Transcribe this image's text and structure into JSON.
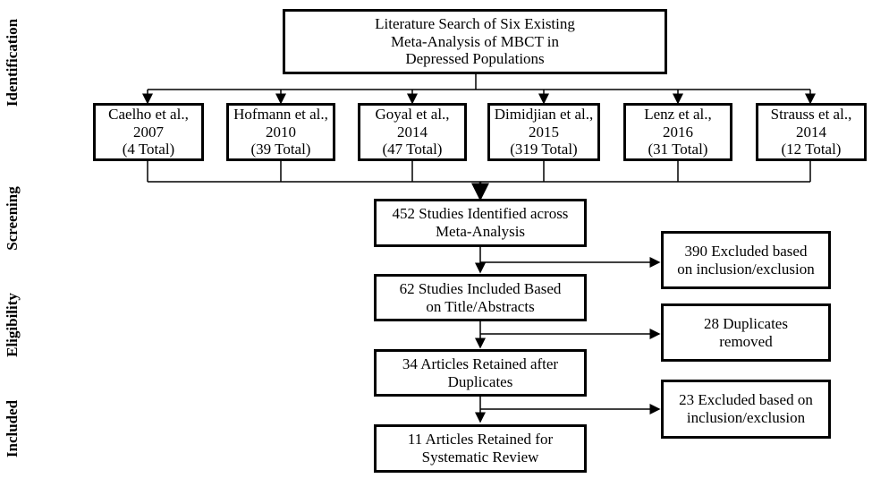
{
  "stages": [
    "Identification",
    "Screening",
    "Eligibility",
    "Included"
  ],
  "top_box": "Literature Search of Six Existing\nMeta-Analysis of MBCT in\nDepressed Populations",
  "sources": [
    {
      "label": "Caelho et al.,\n2007\n(4 Total)"
    },
    {
      "label": "Hofmann et al.,\n2010\n(39 Total)"
    },
    {
      "label": "Goyal et al.,\n2014\n(47 Total)"
    },
    {
      "label": "Dimidjian et al.,\n2015\n(319 Total)"
    },
    {
      "label": "Lenz et al.,\n2016\n(31 Total)"
    },
    {
      "label": "Strauss et al.,\n2014\n(12 Total)"
    }
  ],
  "main_steps": [
    "452 Studies Identified across\nMeta-Analysis",
    "62 Studies Included Based\non Title/Abstracts",
    "34 Articles Retained after\nDuplicates",
    "11 Articles Retained for\nSystematic Review"
  ],
  "exclusions": [
    "390 Excluded based\non inclusion/exclusion",
    "28 Duplicates\nremoved",
    "23 Excluded based on\ninclusion/exclusion"
  ]
}
